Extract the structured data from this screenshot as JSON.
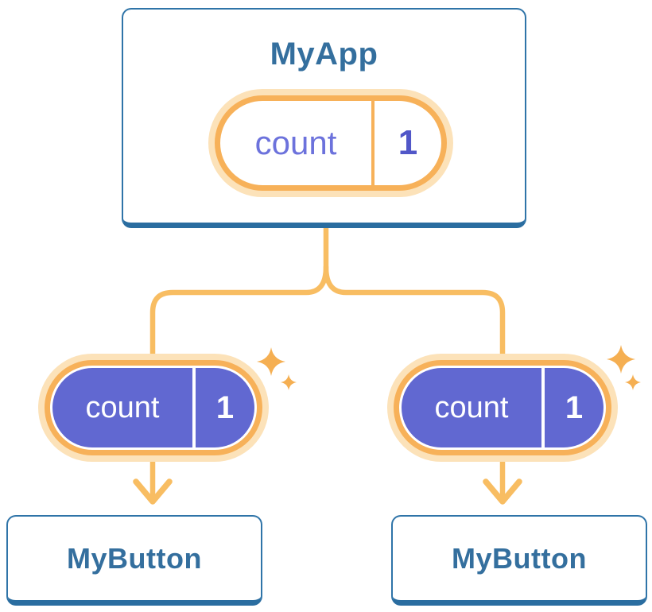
{
  "root": {
    "title": "MyApp",
    "state": {
      "label": "count",
      "value": "1"
    }
  },
  "children": [
    {
      "title": "MyButton",
      "state": {
        "label": "count",
        "value": "1"
      }
    },
    {
      "title": "MyButton",
      "state": {
        "label": "count",
        "value": "1"
      }
    }
  ],
  "colors": {
    "card_border": "#2F74A8",
    "card_bottom_edge": "#2A6DA0",
    "card_title_text": "#346F9E",
    "connector_orange": "#F8BD62",
    "pill_ring_orange": "#F7B159",
    "pill_halo_orange": "#FCE2B9",
    "pill_fill_purple": "#6168D1",
    "pill_label_purple_text": "#6C72DC",
    "pill_value_purple_text": "#5157C8",
    "pill_child_text": "#FFFFFF",
    "sparkle_orange": "#F5AF52"
  }
}
